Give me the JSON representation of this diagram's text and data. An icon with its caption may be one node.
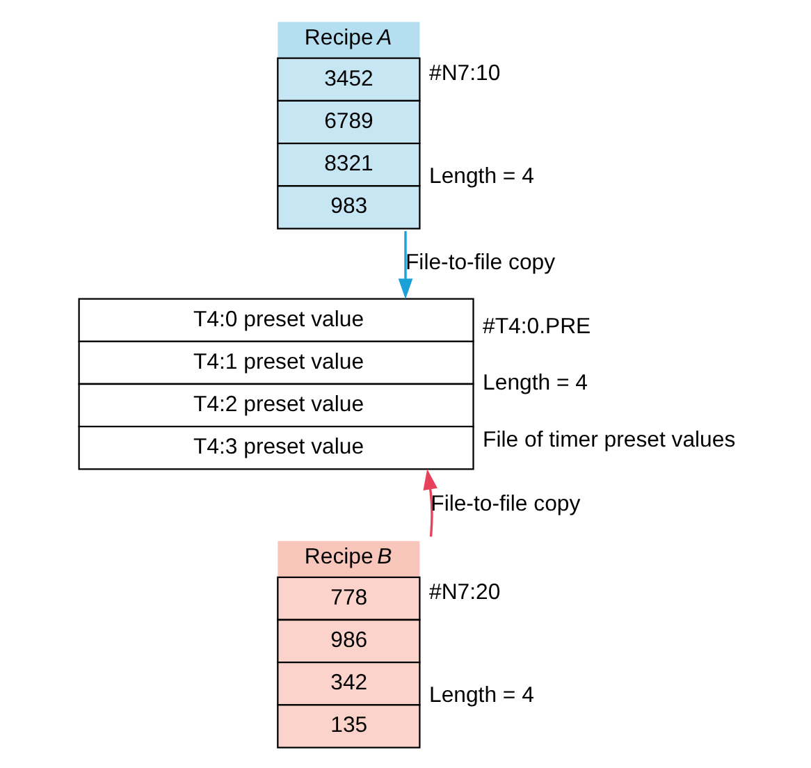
{
  "diagram": {
    "nodes": [
      {
        "text": [
          "Recipe *A*",
          "3452",
          "6789",
          "8321",
          "983"
        ],
        "beside": [
          "#N7:10",
          "Length = 4"
        ]
      },
      {
        "text": [
          "T4:0 preset value",
          "T4:1 preset value",
          "T4:2 preset value",
          "T4:3 preset value"
        ],
        "beside": [
          "#T4:0.PRE",
          "Length = 4",
          "File of timer preset values"
        ]
      },
      {
        "text": [
          "Recipe *B*",
          "778",
          "986",
          "342",
          "135"
        ],
        "beside": [
          "#N7:20",
          "Length = 4"
        ]
      }
    ],
    "edges": [
      {
        "from": 0,
        "to": 1,
        "arrow": "to",
        "label": "File-to-file copy",
        "color": "#1ba1d8"
      },
      {
        "from": 2,
        "to": 1,
        "arrow": "to",
        "label": "File-to-file copy",
        "color": "#e8415a"
      }
    ]
  }
}
